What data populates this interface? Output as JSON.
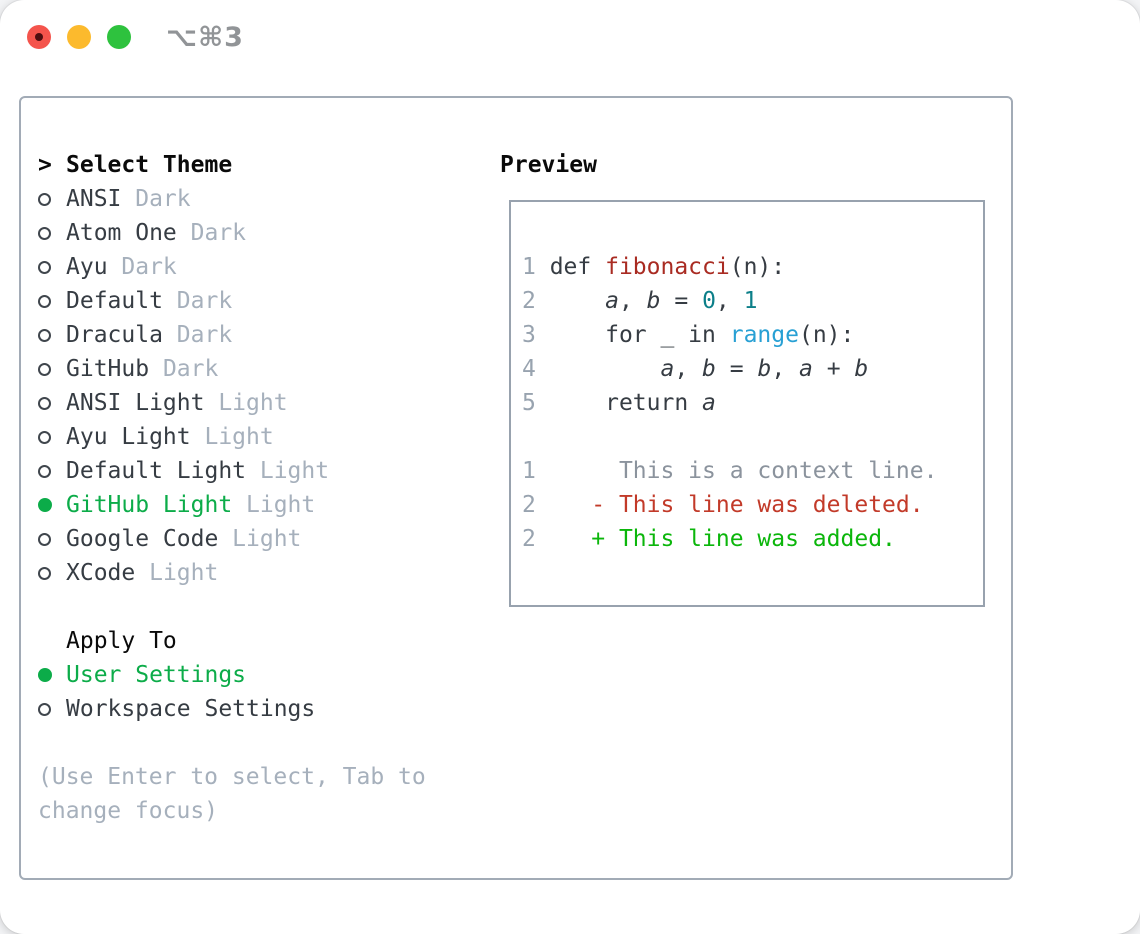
{
  "window": {
    "title": "⌥⌘3"
  },
  "colors": {
    "text": "#363c43",
    "black": "#0a0a0a",
    "muted": "#a6b0bc",
    "linenum": "#98a3af",
    "context": "#8b939d",
    "green": "#0cac49",
    "added": "#0bb60b",
    "deleted": "#c23a29",
    "func": "#a92b22",
    "number": "#0c7f89",
    "builtin": "#28a0d4",
    "panel_border": "#a2abb6",
    "preview_border": "#98a2ae",
    "title": "#919497",
    "light_red": "#f4544c",
    "light_yellow": "#fcba2d",
    "light_green": "#2ec23e"
  },
  "theme_picker": {
    "header_prefix": ">",
    "header": "Select Theme",
    "items": [
      {
        "name": "ANSI",
        "variant": "Dark",
        "selected": false
      },
      {
        "name": "Atom One",
        "variant": "Dark",
        "selected": false
      },
      {
        "name": "Ayu",
        "variant": "Dark",
        "selected": false
      },
      {
        "name": "Default",
        "variant": "Dark",
        "selected": false
      },
      {
        "name": "Dracula",
        "variant": "Dark",
        "selected": false
      },
      {
        "name": "GitHub",
        "variant": "Dark",
        "selected": false
      },
      {
        "name": "ANSI Light",
        "variant": "Light",
        "selected": false
      },
      {
        "name": "Ayu Light",
        "variant": "Light",
        "selected": false
      },
      {
        "name": "Default Light",
        "variant": "Light",
        "selected": false
      },
      {
        "name": "GitHub Light",
        "variant": "Light",
        "selected": true
      },
      {
        "name": "Google Code",
        "variant": "Light",
        "selected": false
      },
      {
        "name": "XCode",
        "variant": "Light",
        "selected": false
      }
    ],
    "apply": {
      "header": "Apply To",
      "options": [
        {
          "label": "User Settings",
          "selected": true
        },
        {
          "label": "Workspace Settings",
          "selected": false
        }
      ]
    },
    "hint": "(Use Enter to select, Tab to\nchange focus)"
  },
  "preview": {
    "header": "Preview",
    "code_lines": [
      {
        "num": "1",
        "segments": [
          {
            "t": "def ",
            "c": "text"
          },
          {
            "t": "fibonacci",
            "c": "func"
          },
          {
            "t": "(n):",
            "c": "text"
          }
        ]
      },
      {
        "num": "2",
        "segments": [
          {
            "t": "    ",
            "c": "text"
          },
          {
            "t": "a",
            "c": "var"
          },
          {
            "t": ", ",
            "c": "text"
          },
          {
            "t": "b",
            "c": "var"
          },
          {
            "t": " = ",
            "c": "text"
          },
          {
            "t": "0",
            "c": "number"
          },
          {
            "t": ", ",
            "c": "text"
          },
          {
            "t": "1",
            "c": "number"
          }
        ]
      },
      {
        "num": "3",
        "segments": [
          {
            "t": "    for _ in ",
            "c": "text"
          },
          {
            "t": "range",
            "c": "builtin"
          },
          {
            "t": "(n):",
            "c": "text"
          }
        ]
      },
      {
        "num": "4",
        "segments": [
          {
            "t": "        ",
            "c": "text"
          },
          {
            "t": "a",
            "c": "var"
          },
          {
            "t": ", ",
            "c": "text"
          },
          {
            "t": "b",
            "c": "var"
          },
          {
            "t": " = ",
            "c": "text"
          },
          {
            "t": "b",
            "c": "var"
          },
          {
            "t": ", ",
            "c": "text"
          },
          {
            "t": "a",
            "c": "var"
          },
          {
            "t": " + ",
            "c": "text"
          },
          {
            "t": "b",
            "c": "var"
          }
        ]
      },
      {
        "num": "5",
        "segments": [
          {
            "t": "    return ",
            "c": "text"
          },
          {
            "t": "a",
            "c": "var"
          }
        ]
      }
    ],
    "diff_lines": [
      {
        "num": "1",
        "kind": "context",
        "text": "     This is a context line."
      },
      {
        "num": "2",
        "kind": "deleted",
        "text": "   - This line was deleted."
      },
      {
        "num": "2",
        "kind": "added",
        "text": "   + This line was added."
      }
    ]
  }
}
